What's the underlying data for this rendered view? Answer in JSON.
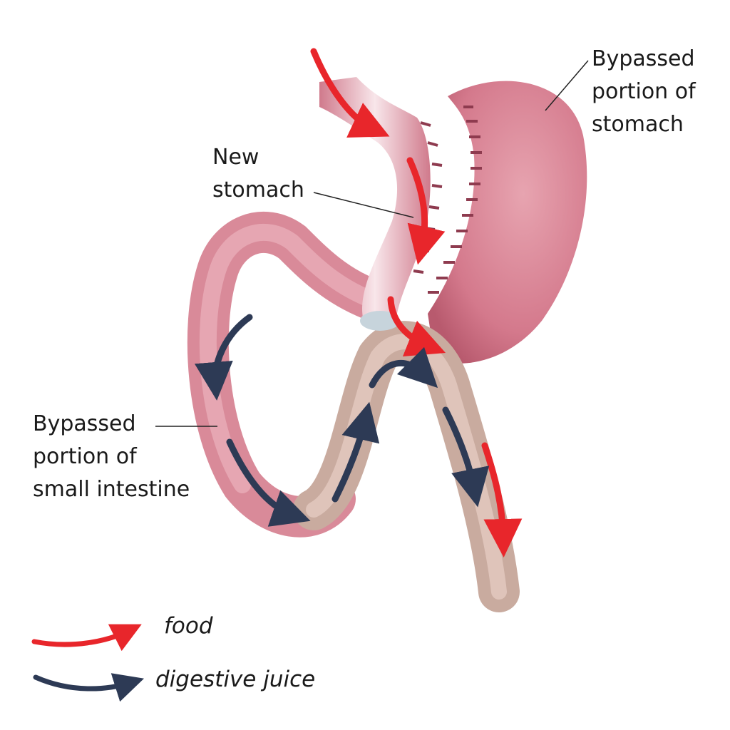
{
  "labels": {
    "bypassed_stomach": [
      "Bypassed",
      "portion of",
      "stomach"
    ],
    "new_stomach": [
      "New",
      "stomach"
    ],
    "bypassed_intestine": [
      "Bypassed",
      "portion of",
      "small intestine"
    ]
  },
  "legend": [
    {
      "label": "food",
      "color": "#e8262b",
      "icon": "red-arrow-icon"
    },
    {
      "label": "digestive juice",
      "color": "#2d3a55",
      "icon": "navy-arrow-icon"
    }
  ]
}
